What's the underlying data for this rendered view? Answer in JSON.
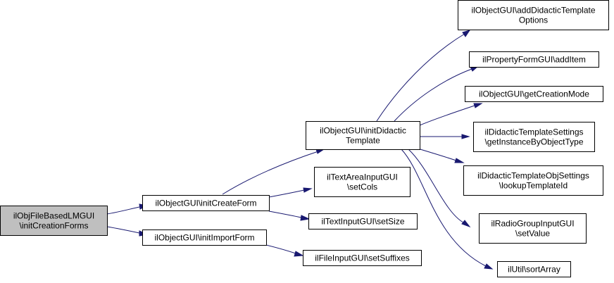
{
  "diagram": {
    "nodes": {
      "root": {
        "lines": [
          "ilObjFileBasedLMGUI",
          "\\initCreationForms"
        ]
      },
      "createForm": {
        "lines": [
          "ilObjectGUI\\initCreateForm"
        ]
      },
      "importForm": {
        "lines": [
          "ilObjectGUI\\initImportForm"
        ]
      },
      "didactic": {
        "lines": [
          "ilObjectGUI\\initDidactic",
          "Template"
        ]
      },
      "setCols": {
        "lines": [
          "ilTextAreaInputGUI",
          "\\setCols"
        ]
      },
      "setSize": {
        "lines": [
          "ilTextInputGUI\\setSize"
        ]
      },
      "setSuffixes": {
        "lines": [
          "ilFileInputGUI\\setSuffixes"
        ]
      },
      "addDidactic": {
        "lines": [
          "ilObjectGUI\\addDidacticTemplate",
          "Options"
        ]
      },
      "addItem": {
        "lines": [
          "ilPropertyFormGUI\\addItem"
        ]
      },
      "creationMode": {
        "lines": [
          "ilObjectGUI\\getCreationMode"
        ]
      },
      "getInstance": {
        "lines": [
          "ilDidacticTemplateSettings",
          "\\getInstanceByObjectType"
        ]
      },
      "lookup": {
        "lines": [
          "ilDidacticTemplateObjSettings",
          "\\lookupTemplateId"
        ]
      },
      "setValue": {
        "lines": [
          "ilRadioGroupInputGUI",
          "\\setValue"
        ]
      },
      "sortArray": {
        "lines": [
          "ilUtil\\sortArray"
        ]
      }
    },
    "edges": [
      {
        "from": "root",
        "to": "createForm"
      },
      {
        "from": "root",
        "to": "importForm"
      },
      {
        "from": "createForm",
        "to": "didactic"
      },
      {
        "from": "createForm",
        "to": "setCols"
      },
      {
        "from": "createForm",
        "to": "setSize"
      },
      {
        "from": "importForm",
        "to": "setSuffixes"
      },
      {
        "from": "didactic",
        "to": "addDidactic"
      },
      {
        "from": "didactic",
        "to": "addItem"
      },
      {
        "from": "didactic",
        "to": "creationMode"
      },
      {
        "from": "didactic",
        "to": "getInstance"
      },
      {
        "from": "didactic",
        "to": "lookup"
      },
      {
        "from": "didactic",
        "to": "setValue"
      },
      {
        "from": "didactic",
        "to": "sortArray"
      }
    ],
    "colors": {
      "edge": "#191970",
      "root_fill": "#bfbfbf",
      "node_fill": "#ffffff",
      "border": "#000000"
    }
  }
}
